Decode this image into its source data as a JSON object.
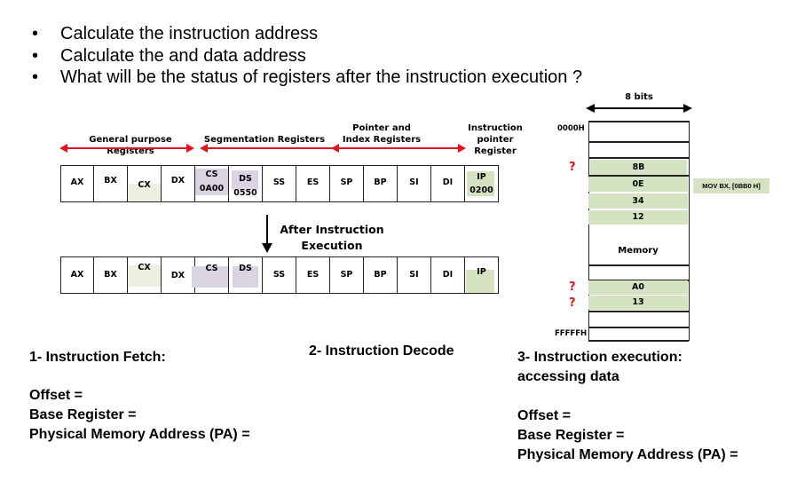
{
  "bullets": [
    "Calculate the instruction address",
    "Calculate the and data address",
    "What will be the status of registers after the instruction execution ?"
  ],
  "bullet_symbol": "•",
  "group_labels": {
    "general": "General purpose Registers",
    "segment": "Segmentation Registers",
    "pointer_index": "Pointer and Index Registers",
    "ip": "Instruction pointer Register"
  },
  "registers_before": [
    {
      "name": "AX",
      "value": ""
    },
    {
      "name": "BX",
      "value": ""
    },
    {
      "name": "CX",
      "value": ""
    },
    {
      "name": "DX",
      "value": ""
    },
    {
      "name": "CS",
      "value": "0A00"
    },
    {
      "name": "DS",
      "value": "0550"
    },
    {
      "name": "SS",
      "value": ""
    },
    {
      "name": "ES",
      "value": ""
    },
    {
      "name": "SP",
      "value": ""
    },
    {
      "name": "BP",
      "value": ""
    },
    {
      "name": "SI",
      "value": ""
    },
    {
      "name": "DI",
      "value": ""
    },
    {
      "name": "IP",
      "value": "0200"
    }
  ],
  "registers_after": [
    {
      "name": "AX"
    },
    {
      "name": "BX"
    },
    {
      "name": "CX"
    },
    {
      "name": "DX"
    },
    {
      "name": "CS"
    },
    {
      "name": "DS"
    },
    {
      "name": "SS"
    },
    {
      "name": "ES"
    },
    {
      "name": "SP"
    },
    {
      "name": "BP"
    },
    {
      "name": "SI"
    },
    {
      "name": "DI"
    },
    {
      "name": "IP"
    }
  ],
  "after_label": "After Instruction Execution",
  "memory": {
    "width_label": "8 bits",
    "start_address": "0000H",
    "end_address": "FFFFFH",
    "label": "Memory",
    "unknown_marker": "?",
    "instruction_bytes": [
      "8B",
      "0E",
      "34",
      "12"
    ],
    "data_bytes": [
      "A0",
      "13"
    ],
    "instruction_annotation": "MOV BX, [0BB0 H]"
  },
  "steps": {
    "fetch": {
      "title": "1- Instruction Fetch:",
      "offset": "Offset =",
      "base": "Base Register =",
      "pa": "Physical Memory Address (PA) ="
    },
    "decode": {
      "title": "2- Instruction Decode"
    },
    "execute": {
      "title_line1": "3- Instruction execution:",
      "title_line2": "accessing data",
      "offset": "Offset =",
      "base": "Base Register =",
      "pa": "Physical Memory Address (PA) ="
    }
  }
}
